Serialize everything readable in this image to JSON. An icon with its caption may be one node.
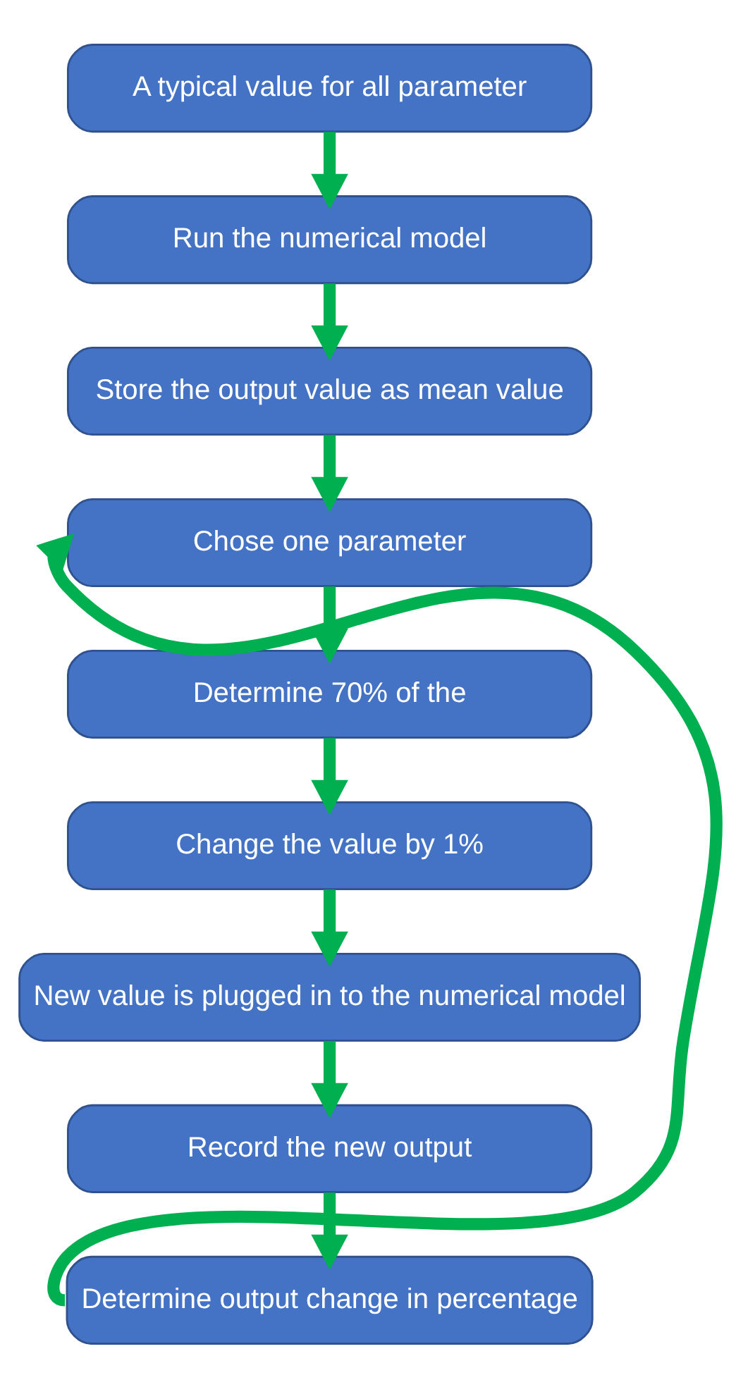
{
  "diagram": {
    "nodes": [
      {
        "text": [
          "A typical value for all parameter"
        ]
      },
      {
        "text": [
          "Run the numerical model"
        ]
      },
      {
        "text": [
          "Store the output value as mean value"
        ]
      },
      {
        "text": [
          "Chose one parameter"
        ]
      },
      {
        "text": [
          "Determine 70% of the"
        ]
      },
      {
        "text": [
          "Change the value by 1%"
        ]
      },
      {
        "text": [
          "New value is plugged in to the numerical model"
        ]
      },
      {
        "text": [
          "Record the new output"
        ]
      },
      {
        "text": [
          "Determine output change in percentage"
        ]
      }
    ],
    "edges": [
      {
        "from": 0,
        "to": 1,
        "arrow": "to"
      },
      {
        "from": 1,
        "to": 2,
        "arrow": "to"
      },
      {
        "from": 2,
        "to": 3,
        "arrow": "to"
      },
      {
        "from": 3,
        "to": 4,
        "arrow": "to"
      },
      {
        "from": 4,
        "to": 5,
        "arrow": "to"
      },
      {
        "from": 5,
        "to": 6,
        "arrow": "to"
      },
      {
        "from": 6,
        "to": 7,
        "arrow": "to"
      },
      {
        "from": 7,
        "to": 8,
        "arrow": "to"
      },
      {
        "from": 8,
        "to": 3,
        "arrow": "to"
      }
    ]
  }
}
